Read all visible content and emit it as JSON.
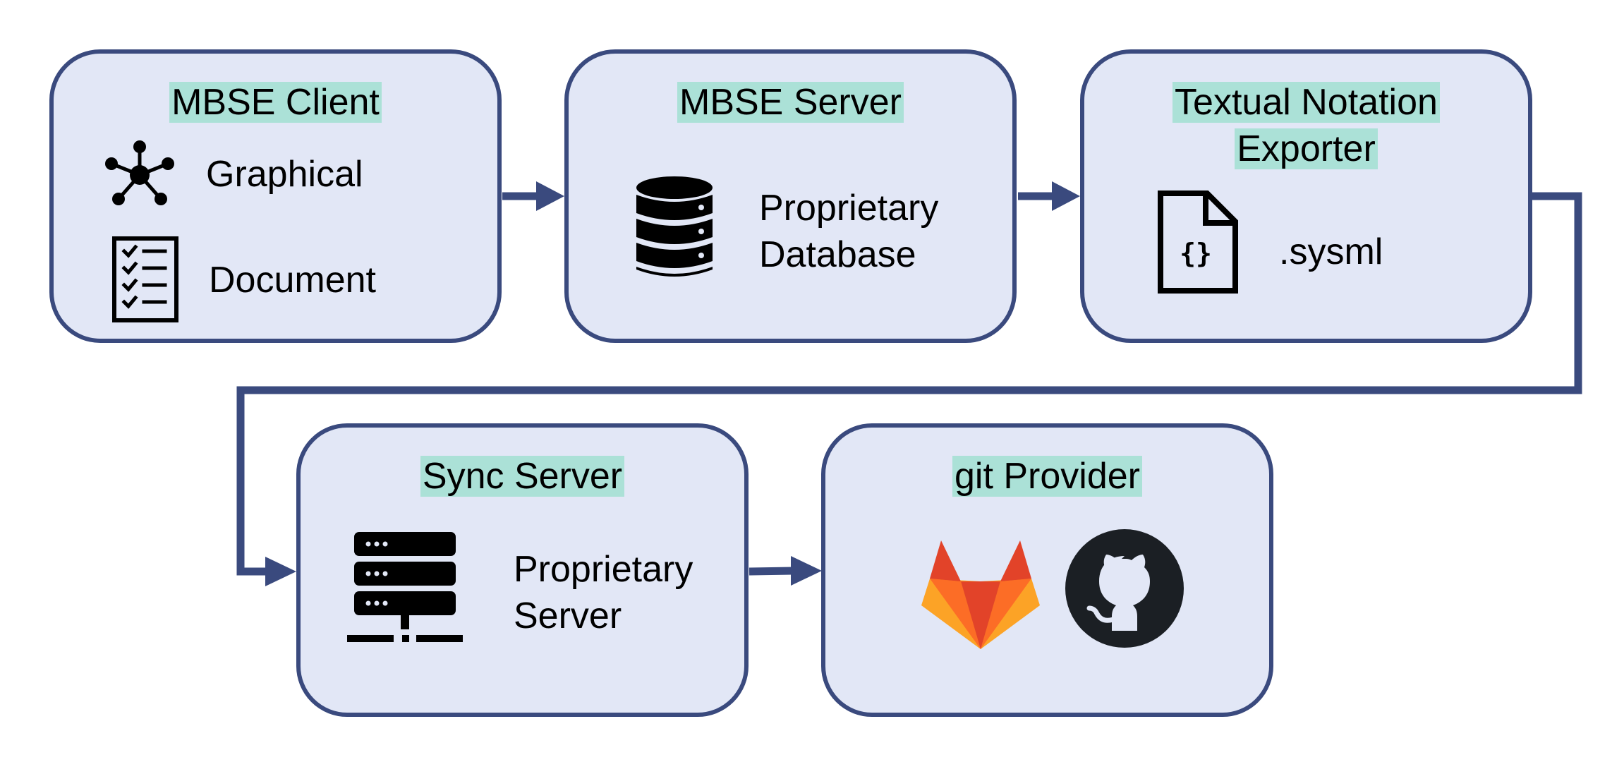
{
  "diagram": {
    "nodes": [
      {
        "id": "mbse-client",
        "title": "MBSE Client",
        "items": [
          {
            "icon": "graph-network-icon",
            "label": "Graphical"
          },
          {
            "icon": "checklist-icon",
            "label": "Document"
          }
        ]
      },
      {
        "id": "mbse-server",
        "title": "MBSE Server",
        "items": [
          {
            "icon": "database-icon",
            "label_line1": "Proprietary",
            "label_line2": "Database"
          }
        ]
      },
      {
        "id": "textual-notation-exporter",
        "title_line1": "Textual Notation",
        "title_line2": "Exporter",
        "items": [
          {
            "icon": "code-file-icon",
            "icon_text": "{}",
            "label": ".sysml"
          }
        ]
      },
      {
        "id": "sync-server",
        "title": "Sync Server",
        "items": [
          {
            "icon": "server-rack-icon",
            "label_line1": "Proprietary",
            "label_line2": "Server"
          }
        ]
      },
      {
        "id": "git-provider",
        "title": "git Provider",
        "items": [
          {
            "icon": "gitlab-logo-icon"
          },
          {
            "icon": "github-logo-icon"
          }
        ]
      }
    ],
    "edges": [
      {
        "from": "mbse-client",
        "to": "mbse-server"
      },
      {
        "from": "mbse-server",
        "to": "textual-notation-exporter"
      },
      {
        "from": "textual-notation-exporter",
        "to": "sync-server"
      },
      {
        "from": "sync-server",
        "to": "git-provider"
      }
    ],
    "colors": {
      "box_fill": "#e2e7f6",
      "box_border": "#3a4a7e",
      "title_highlight": "#abe1d7",
      "connector": "#3a4a7e"
    }
  }
}
